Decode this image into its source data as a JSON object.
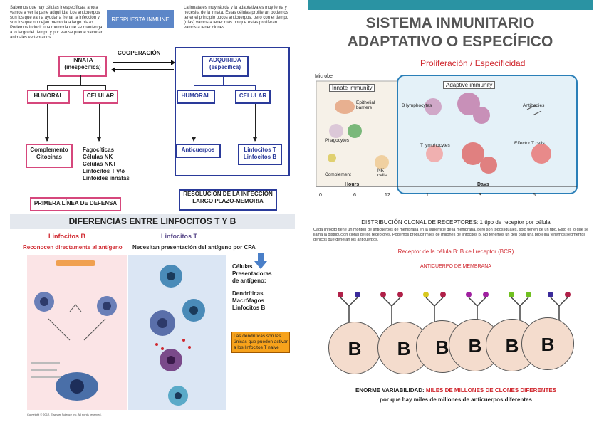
{
  "left": {
    "intro": "Sabemos que hay células inespecíficas, ahora vamos a ver la parte adquirida. Los anticuerpos son los que van a ayudar a frenar la infección y son los que no dejan memoria a largo plazo. Podemos inducir una memoria que se mantenga a lo largo del tiempo y por eso se puede vacunar animales vertebrados.",
    "respuesta_button": "RESPUESTA INMUNE",
    "top_note": "La innata es muy rápida y la adaptativa es muy lenta y necesita de la innata. Estas células proliferan podemos tener el principio pocos anticuerpos, pero con el tiempo (días) vamos a tener más porque estas proliferan vamos a tener clones.",
    "cooperacion": "COOPERACIÓN",
    "innata_line1": "INNATA",
    "innata_line2": "(inespecífica)",
    "adquirida_line1": "ADQUIRIDA",
    "adquirida_line2": "(específica)",
    "humoral": "HUMORAL",
    "celular": "CELULAR",
    "complemento": "Complemento",
    "citocinas": "Citocinas",
    "celular_items": [
      "Fagocíticas",
      "Células NK",
      "Células NKT",
      "Linfocitos T γ/δ",
      "Linfoides innatas"
    ],
    "anticuerpos": "Anticuerpos",
    "linfo_t": "Linfocitos T",
    "linfo_b": "Linfocitos B",
    "primera_linea": "PRIMERA LÍNEA DE DEFENSA",
    "resolucion": "RESOLUCIÓN DE LA INFECCIÓN LARGO PLAZO-MEMORIA",
    "diferencias_title": "DIFERENCIAS ENTRE LINFOCITOS T Y B",
    "lb_title": "Linfocitos B",
    "lb_sub": "Reconocen directamente al antígeno",
    "lt_title": "Linfocitos T",
    "lt_sub": "Necesitan presentación del antígeno por CPA",
    "cpa_lines": [
      "Células",
      "Presentadoras",
      "de antígeno:"
    ],
    "cpa_items": [
      "Dendríticas",
      "Macrófagos",
      "Linfocitos B"
    ],
    "dendriticas_note": "Las dendríticas son las únicas que pueden activar a los linfocitos T naive",
    "copyright": "Copyright © 2012, Elsevier Science Inc. All rights reserved."
  },
  "right": {
    "title_line1": "SISTEMA INMUNITARIO",
    "title_line2": "ADAPTATIVO O ESPECÍFICO",
    "subtitle": "Proliferación / Especificidad",
    "figure": {
      "microbe": "Microbe",
      "innate": "Innate immunity",
      "adaptive": "Adaptive immunity",
      "epithelial": "Epithelial barriers",
      "phagocytes": "Phagocytes",
      "complement": "Complement",
      "nk": "NK cells",
      "b_lymph": "B lymphocytes",
      "antibodies": "Antibodies",
      "t_lymph": "T lymphocytes",
      "effector": "Effector T cells",
      "hours": "Hours",
      "days": "Days",
      "ticks_hours": [
        "0",
        "6",
        "12"
      ],
      "ticks_days": [
        "1",
        "3",
        "5"
      ]
    },
    "distribucion_title": "DISTRIBUCIÓN CLONAL DE RECEPTORES: 1 tipo de receptor por célula",
    "distribucion_text": "Cada linfocito tiene un montón de anticuerpos de membrana en la superficie de la membrana, pero son todos iguales, solo tienen de un tipo. Esto es lo que se llama la distribución clonal de los receptores. Podemos producir miles de millones de linfocitos B. No tenemos un gen para una proteína tenemos segmentos génicos que generan los anticuerpos.",
    "receptor_line": "Receptor de la célula B: B cell receptor (BCR)",
    "anticuerpo_membrana": "ANTICUERPO DE MEMBRANA",
    "cell_letter": "B",
    "enorme_prefix": "ENORME VARIABILIDAD: ",
    "enorme_red": "MILES DE MILLONES DE CLONES DIFERENTES",
    "enorme_line2": "por que hay miles de millones de anticuerpos diferentes"
  },
  "colors": {
    "teal_bar": "#2a93a3",
    "pink": "#d6477c",
    "navy": "#2a3a9a",
    "red": "#d0282f",
    "orange": "#f7a21b"
  }
}
